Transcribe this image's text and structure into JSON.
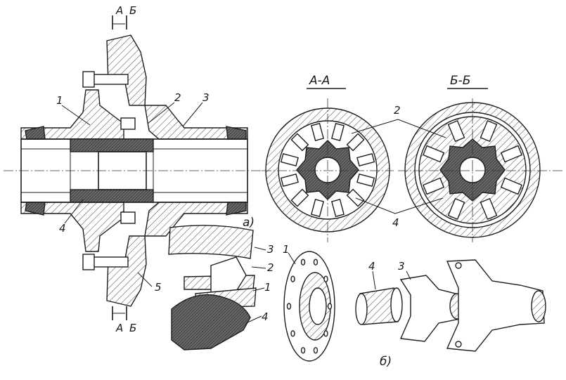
{
  "section_marks": {
    "a": "А",
    "b": "Б"
  },
  "section_titles": {
    "aa": "А-А",
    "bb": "Б-Б"
  },
  "part_numbers": {
    "n1": "1",
    "n2": "2",
    "n3": "3",
    "n4": "4",
    "n5": "5"
  },
  "view_labels": {
    "a": "а)",
    "b": "б)"
  }
}
